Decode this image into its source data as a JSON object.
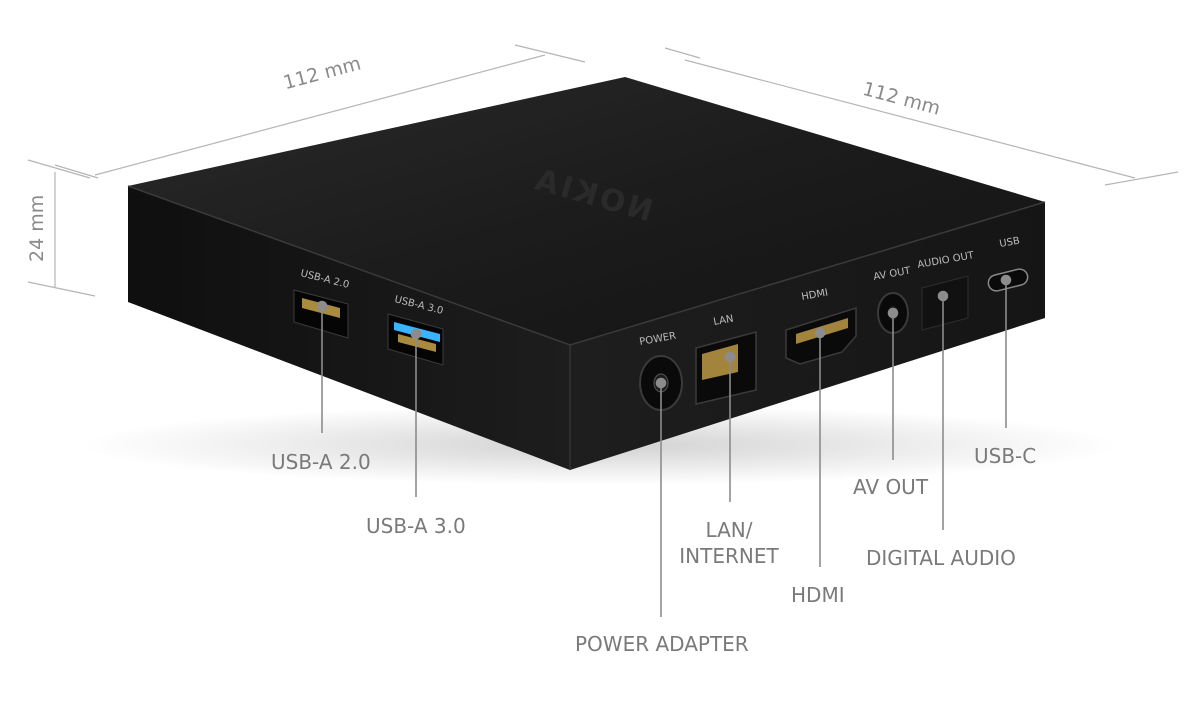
{
  "product": {
    "brand_logo": "NOKIA",
    "case_color": "#1b1b1b",
    "accent_usb3": "#3ab4ff",
    "port_contact_color": "#c8a24a"
  },
  "dimensions": {
    "width_left": "112 mm",
    "width_right": "112 mm",
    "height": "24 mm"
  },
  "port_labels": {
    "usb_a2": "USB-A 2.0",
    "usb_a3": "USB-A 3.0",
    "power": "POWER",
    "lan": "LAN",
    "hdmi": "HDMI",
    "av_out": "AV OUT",
    "audio_out": "AUDIO OUT",
    "usb": "USB"
  },
  "callouts": {
    "usb_a2": "USB-A 2.0",
    "usb_a3": "USB-A 3.0",
    "power": "POWER ADAPTER",
    "lan_line1": "LAN/",
    "lan_line2": "INTERNET",
    "hdmi": "HDMI",
    "av_out": "AV OUT",
    "digital_audio": "DIGITAL AUDIO",
    "usb_c": "USB-C"
  }
}
